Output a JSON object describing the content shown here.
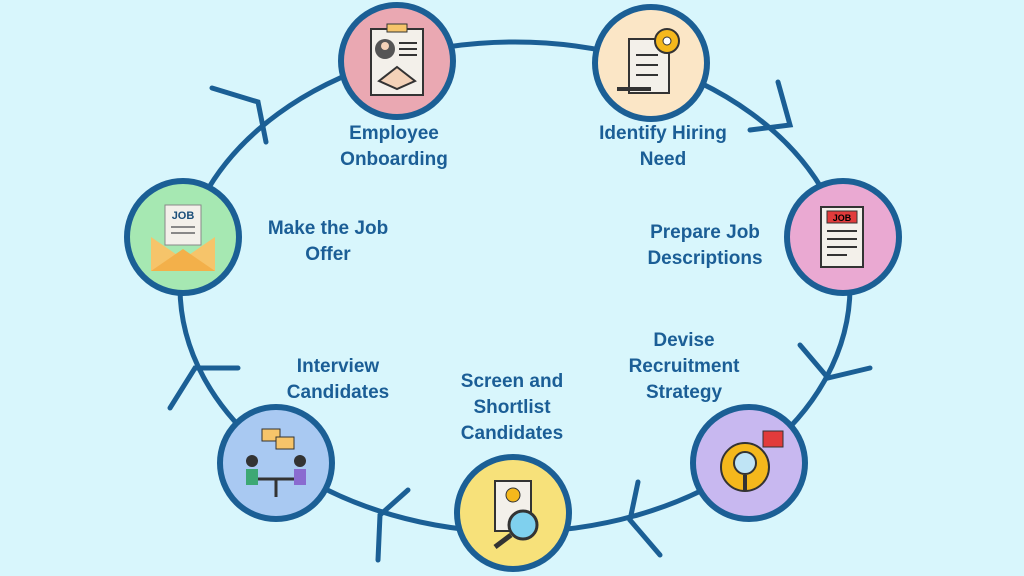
{
  "colors": {
    "background": "#d8f6fc",
    "ring": "#1b5f95",
    "text": "#1b5e96"
  },
  "steps": [
    {
      "lines": [
        "Identify Hiring",
        "Need"
      ],
      "icon": "clipboard-gear-icon",
      "fill": "#fbe6c6"
    },
    {
      "lines": [
        "Prepare Job",
        "Descriptions"
      ],
      "icon": "job-description-icon",
      "fill": "#eaa9d2",
      "badge": "JOB"
    },
    {
      "lines": [
        "Devise",
        "Recruitment",
        "Strategy"
      ],
      "icon": "gear-search-icon",
      "fill": "#c8b8f0"
    },
    {
      "lines": [
        "Screen and",
        "Shortlist",
        "Candidates"
      ],
      "icon": "resume-magnifier-icon",
      "fill": "#f7e17a"
    },
    {
      "lines": [
        "Interview",
        "Candidates"
      ],
      "icon": "interview-icon",
      "fill": "#a9c9f2"
    },
    {
      "lines": [
        "Make the Job",
        "Offer"
      ],
      "icon": "job-offer-envelope-icon",
      "fill": "#a6e8b2",
      "badge": "JOB"
    },
    {
      "lines": [
        "Employee",
        "Onboarding"
      ],
      "icon": "onboarding-handshake-icon",
      "fill": "#eaa8b2"
    }
  ]
}
